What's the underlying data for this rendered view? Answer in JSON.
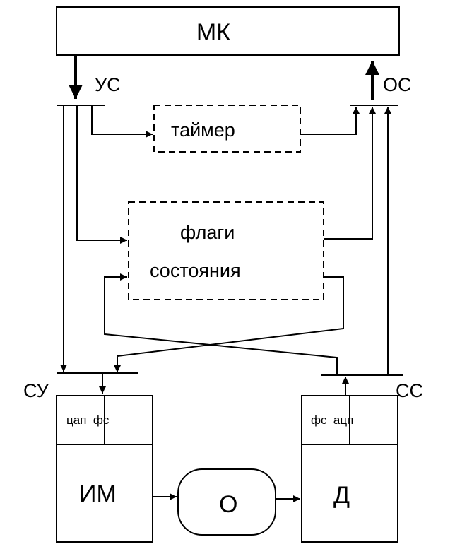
{
  "labels": {
    "mk": "МК",
    "us": "УС",
    "os": "ОС",
    "timer": "таймер",
    "flags_line1": "флаги",
    "flags_line2": "состояния",
    "su": "СУ",
    "ss": "СС",
    "tsap_fs": "цап  фс",
    "fs_atsp": "фс  ацп",
    "im": "ИМ",
    "o": "О",
    "d": "Д"
  }
}
